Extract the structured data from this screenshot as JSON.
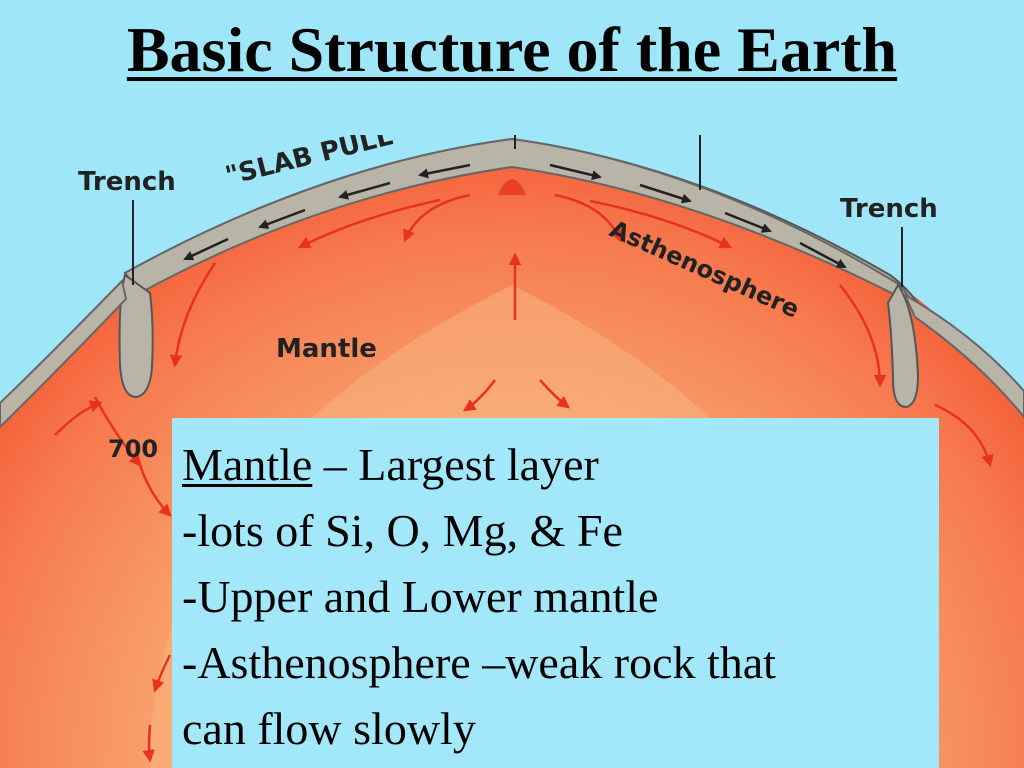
{
  "slide": {
    "title": "Basic Structure of the Earth"
  },
  "diagram": {
    "labels": {
      "trench_left": "Trench",
      "slab_pull": "\"SLAB PULL\"",
      "trench_right": "Trench",
      "asthenosphere": "Asthenosphere",
      "mantle": "Mantle",
      "depth": "700"
    },
    "colors": {
      "background": "#9ee6f8",
      "plate": "#b5b1a4",
      "mantle_outer": "#f5704a",
      "mantle_inner": "#f9b07a",
      "arrows": "#e8321f"
    }
  },
  "textbox": {
    "term": "Mantle",
    "term_rest": " – Largest layer",
    "lines": [
      "-lots of Si, O, Mg, & Fe",
      "-Upper and Lower mantle",
      "-Asthenosphere –weak rock that",
      "can flow slowly"
    ]
  }
}
